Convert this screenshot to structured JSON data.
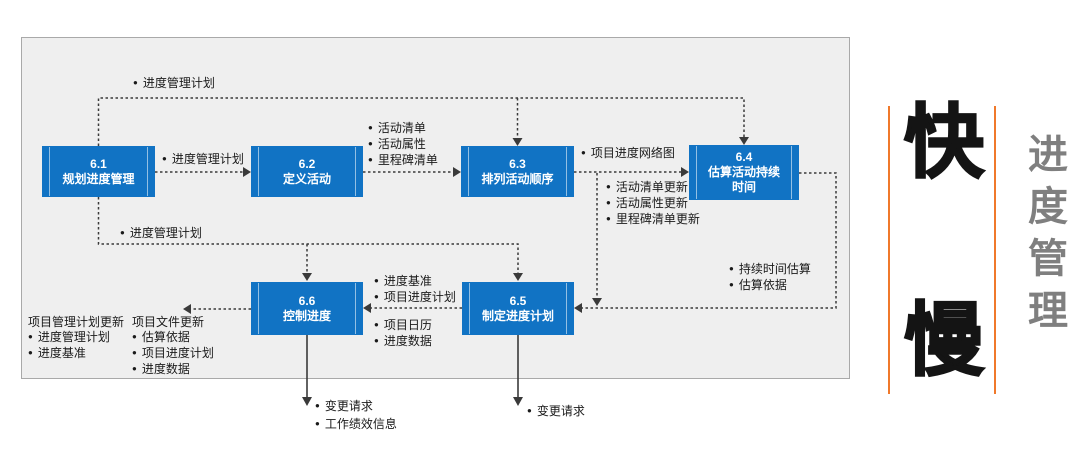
{
  "diagram": {
    "boxes": [
      {
        "code": "6.1",
        "name": "规划进度管理"
      },
      {
        "code": "6.2",
        "name": "定义活动"
      },
      {
        "code": "6.3",
        "name": "排列活动顺序"
      },
      {
        "code": "6.4",
        "name": "估算活动持续时间"
      },
      {
        "code": "6.5",
        "name": "制定进度计划"
      },
      {
        "code": "6.6",
        "name": "控制进度"
      }
    ],
    "flows": {
      "top_plan": {
        "items": [
          "进度管理计划"
        ]
      },
      "plan_to_define": {
        "items": [
          "进度管理计划"
        ]
      },
      "define_outputs": {
        "items": [
          "活动清单",
          "活动属性",
          "里程碑清单"
        ]
      },
      "sequence_output": {
        "items": [
          "项目进度网络图"
        ]
      },
      "sequence_updates": {
        "items": [
          "活动清单更新",
          "活动属性更新",
          "里程碑清单更新"
        ]
      },
      "plan_to_row2": {
        "items": [
          "进度管理计划"
        ]
      },
      "duration_outputs": {
        "items": [
          "持续时间估算",
          "估算依据"
        ]
      },
      "schedule_to_control_top": {
        "items": [
          "进度基准",
          "项目进度计划"
        ]
      },
      "schedule_to_control_bottom": {
        "items": [
          "项目日历",
          "进度数据"
        ]
      },
      "pm_plan_updates": {
        "header": "项目管理计划更新",
        "items": [
          "进度管理计划",
          "进度基准"
        ]
      },
      "project_doc_updates": {
        "header": "项目文件更新",
        "items": [
          "估算依据",
          "项目进度计划",
          "进度数据"
        ]
      },
      "control_outputs": {
        "items": [
          "变更请求",
          "工作绩效信息"
        ]
      },
      "schedule_outputs": {
        "items": [
          "变更请求"
        ]
      }
    }
  },
  "side_panel": {
    "fast_char": "快",
    "slow_char": "慢",
    "vertical_title": "进度管理"
  },
  "colors": {
    "box_blue": "#1173c4",
    "accent_orange": "#f0792b",
    "line_gray": "#3a3a3a",
    "panel_gray": "#efefef",
    "title_gray": "#7f7f7f"
  }
}
